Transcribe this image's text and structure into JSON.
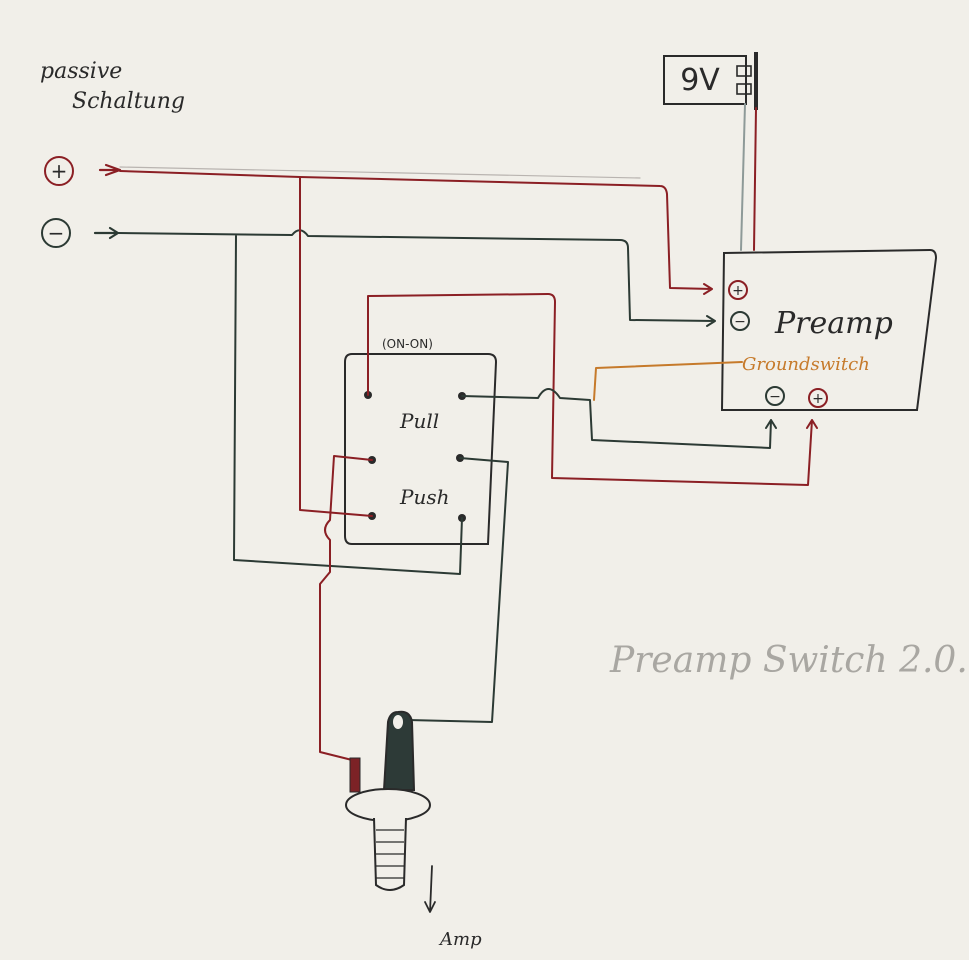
{
  "colors": {
    "paper": "#f1efe9",
    "ink": "#2a2a2a",
    "red_wire": "#8b1f24",
    "black_wire": "#2c3a34",
    "orange_wire": "#c67a2b",
    "gray_wire": "#8e9a98",
    "faint_text": "#a9a7a2"
  },
  "labels": {
    "passive_line1": "passive",
    "passive_line2": "Schaltung",
    "plus": "+",
    "minus": "−",
    "battery": "9V",
    "preamp": "Preamp",
    "groundswitch": "Groundswitch",
    "switch_type": "(ON-ON)",
    "pull": "Pull",
    "push": "Push",
    "title": "Preamp Switch 2.0.",
    "amp": "Amp"
  }
}
